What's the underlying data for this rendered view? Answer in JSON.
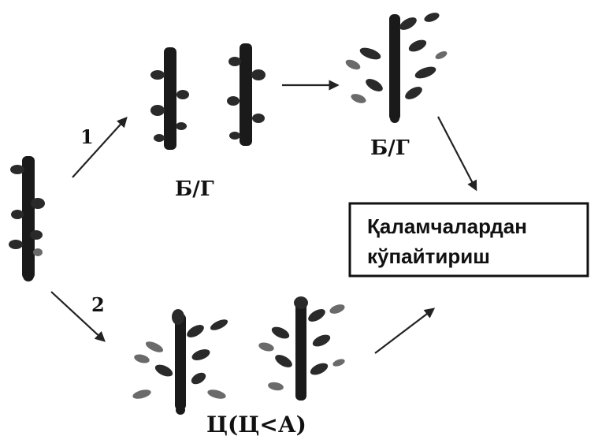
{
  "labels": {
    "path1_number": "1",
    "path2_number": "2",
    "middle_pair_label": "Б/Г",
    "top_right_label": "Б/Г",
    "bottom_label": "Ц(Ц<А)"
  },
  "result_box": {
    "line1": "Қаламчалардан",
    "line2": "кўпайтириш"
  },
  "colors": {
    "ink": "#111111",
    "leaf_dark": "#2a2a2a",
    "leaf_light": "#6a6a6a",
    "background": "#ffffff"
  }
}
